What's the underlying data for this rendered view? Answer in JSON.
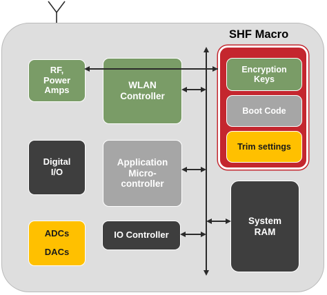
{
  "macro": {
    "title": "SHF Macro"
  },
  "blocks": {
    "rf": "RF,\nPower\nAmps",
    "wlan": "WLAN\nController",
    "digital_io": "Digital\nI/O",
    "app_mcu": "Application\nMicro-\ncontroller",
    "adcs": "ADCs",
    "dacs": "DACs",
    "io_controller": "IO Controller",
    "encryption_keys": "Encryption\nKeys",
    "boot_code": "Boot Code",
    "trim_settings": "Trim settings",
    "system_ram": "System\nRAM"
  },
  "colors": {
    "chip": "#dedede",
    "green": "#7a9c67",
    "dark": "#3e3e3e",
    "grey": "#a6a6a6",
    "yellow": "#ffc000",
    "macro_red": "#c4262e"
  }
}
